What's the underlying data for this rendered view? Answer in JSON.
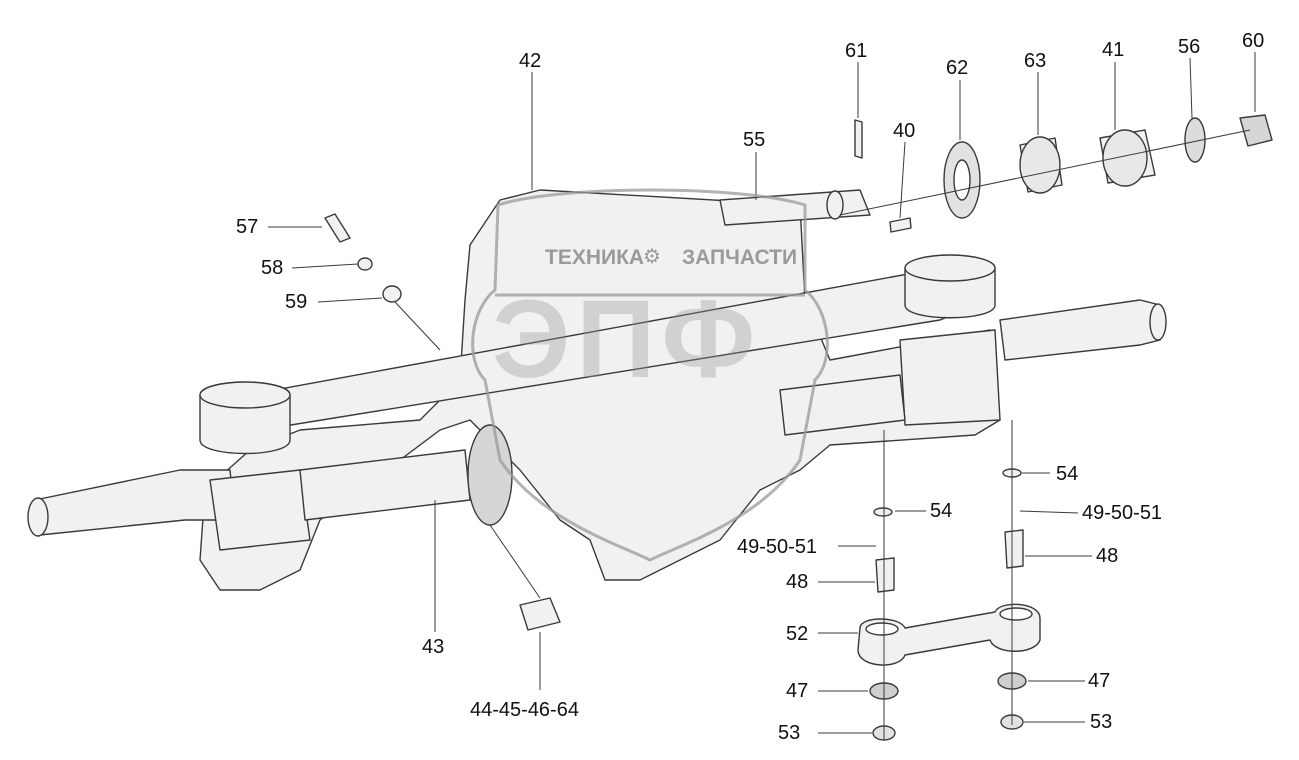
{
  "watermark": {
    "line1_left": "ТЕХНИКА",
    "line1_right": "ЗАПЧАСТИ",
    "logo": "ЭПФ"
  },
  "callouts": {
    "c42": "42",
    "c61": "61",
    "c62": "62",
    "c63": "63",
    "c41": "41",
    "c56": "56",
    "c60": "60",
    "c55": "55",
    "c40": "40",
    "c57": "57",
    "c58": "58",
    "c59": "59",
    "c54a": "54",
    "c54b": "54",
    "c4950a": "49-50-51",
    "c4950b": "49-50-51",
    "c48a": "48",
    "c48b": "48",
    "c52": "52",
    "c47a": "47",
    "c47b": "47",
    "c53a": "53",
    "c53b": "53",
    "c43": "43",
    "c44": "44-45-46-64"
  },
  "colors": {
    "line": "#3a3a3a",
    "fill": "#f1f1f1",
    "shade": "#d6d6d6",
    "watermark": "#9a9a9a"
  }
}
